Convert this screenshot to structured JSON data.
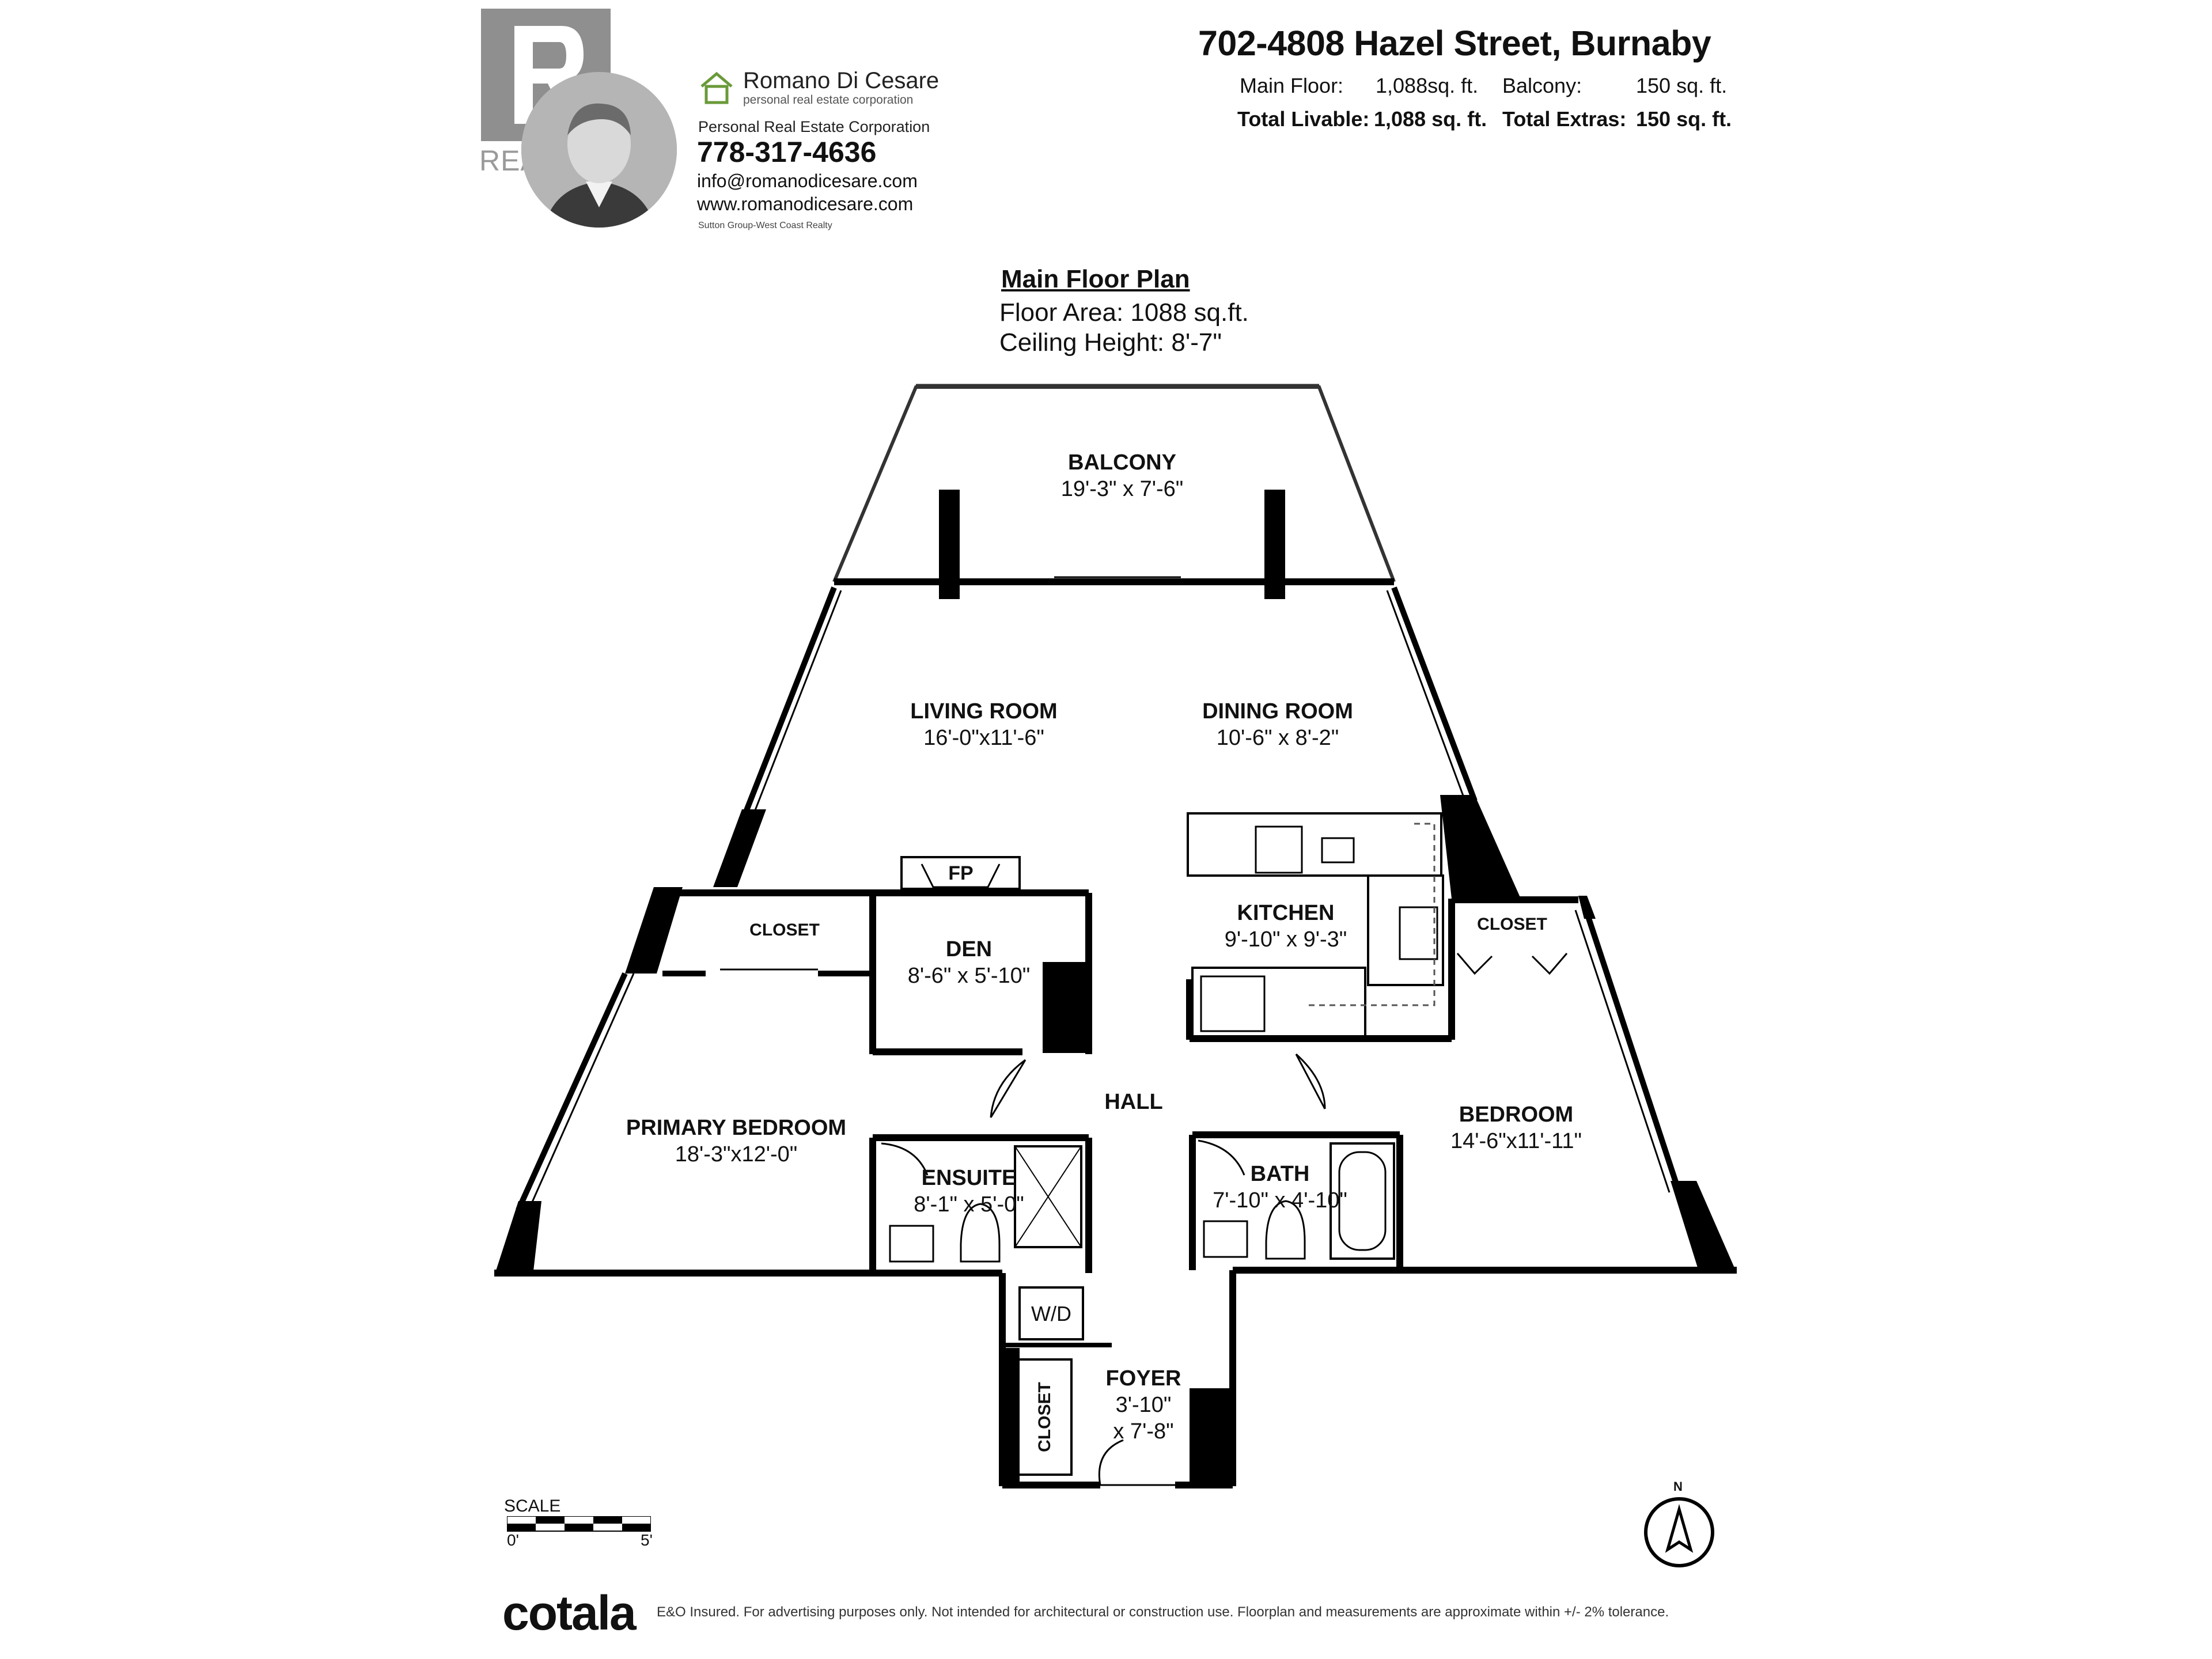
{
  "header": {
    "address": "702-4808 Hazel Street, Burnaby",
    "main_floor_label": "Main Floor:",
    "main_floor_value": "1,088sq. ft.",
    "balcony_label": "Balcony:",
    "balcony_value": "150 sq. ft.",
    "total_livable_label": "Total Livable:",
    "total_livable_value": "1,088 sq. ft.",
    "total_extras_label": "Total Extras:",
    "total_extras_value": "150 sq. ft."
  },
  "agent": {
    "realtor_word": "REALTOR",
    "name": "Romano Di Cesare",
    "subtitle": "personal real estate corporation",
    "corporation": "Personal Real Estate Corporation",
    "phone": "778-317-4636",
    "email": "info@romanodicesare.com",
    "website": "www.romanodicesare.com",
    "brokerage": "Sutton Group-West Coast Realty"
  },
  "plan": {
    "title": "Main Floor Plan",
    "floor_area": "Floor Area: 1088 sq.ft.",
    "ceiling_height": "Ceiling Height: 8'-7\""
  },
  "rooms": {
    "balcony": {
      "name": "BALCONY",
      "dims": "19'-3\" x 7'-6\""
    },
    "living": {
      "name": "LIVING ROOM",
      "dims": "16'-0\"x11'-6\""
    },
    "dining": {
      "name": "DINING ROOM",
      "dims": "10'-6\" x 8'-2\""
    },
    "kitchen": {
      "name": "KITCHEN",
      "dims": "9'-10\" x 9'-3\""
    },
    "den": {
      "name": "DEN",
      "dims": "8'-6\" x 5'-10\""
    },
    "primary": {
      "name": "PRIMARY BEDROOM",
      "dims": "18'-3\"x12'-0\""
    },
    "ensuite": {
      "name": "ENSUITE",
      "dims": "8'-1\" x 5'-0\""
    },
    "bath": {
      "name": "BATH",
      "dims": "7'-10\" x 4'-10\""
    },
    "bedroom": {
      "name": "BEDROOM",
      "dims": "14'-6\"x11'-11\""
    },
    "foyer": {
      "name": "FOYER",
      "dims1": "3'-10\"",
      "dims2": "x 7'-8\""
    },
    "hall": "HALL",
    "closet_left": "CLOSET",
    "closet_right": "CLOSET",
    "closet_foyer": "CLOSET",
    "fp": "FP",
    "wd": "W/D"
  },
  "scale": {
    "label": "SCALE",
    "start": "0'",
    "end": "5'"
  },
  "compass": {
    "letter": "N"
  },
  "footer": {
    "logo": "cotala",
    "disclaimer": "E&O Insured. For advertising purposes only. Not intended for architectural or construction use. Floorplan and measurements are approximate within +/- 2% tolerance."
  },
  "colors": {
    "wall": "#000000",
    "realtor_grey": "#8f8f8f",
    "accent_green": "#6a9a3a"
  }
}
